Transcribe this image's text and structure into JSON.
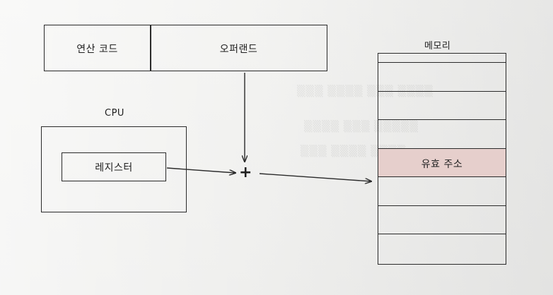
{
  "instruction": {
    "opcode_label": "연산 코드",
    "operand_label": "오퍼랜드"
  },
  "cpu": {
    "label": "CPU",
    "register_label": "레지스터"
  },
  "adder_symbol": "+",
  "memory": {
    "label": "메모리",
    "cell_count": 7,
    "highlighted_cell_index": 3,
    "highlighted_cell_label": "유효 주소",
    "highlight_color": "#e6cfcc"
  },
  "colors": {
    "line": "#2a2a2a",
    "paper": "#f0f0ee"
  }
}
